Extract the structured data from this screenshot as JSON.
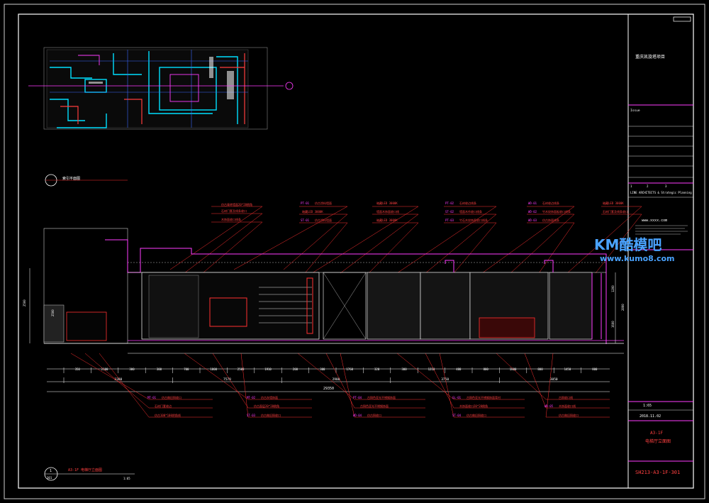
{
  "project_name": "重庆凯旋塔项目",
  "title_block": {
    "revision_label": "Issue",
    "office_name": "LINE ARCHITECTS & Strategic Planning",
    "office_url": "www.xxxx.com",
    "scale": "1:65",
    "date": "2018.11.02",
    "sheet_title_line1": "A3-1F",
    "sheet_title_line2": "电梯厅立面图",
    "drawing_number": "SH213-A3-1F-301",
    "code_1": "1",
    "code_2": "2",
    "code_3": "3"
  },
  "key_plan_label": "索引平面图",
  "elevation_tag": {
    "number": "1",
    "sheet": "301",
    "title": "A3-1F  电梯厅立面图",
    "scale": "1:65"
  },
  "top_callouts": [
    {
      "code": "",
      "text": "仿古青砖墙面20*20倒角"
    },
    {
      "code": "",
      "text": "石材门套及线条收口"
    },
    {
      "code": "",
      "text": "木饰面收口线条"
    },
    {
      "code": "PT-01",
      "text": "仿古涂料墙面"
    },
    {
      "code": "",
      "text": "暗藏LED  3000K"
    },
    {
      "code": "ST-01",
      "text": "仿古涂料墙面"
    },
    {
      "code": "",
      "text": "暗藏LED  3000K"
    },
    {
      "code": "",
      "text": "墙面木饰面收口线"
    },
    {
      "code": "",
      "text": "暗藏LED  3000K"
    },
    {
      "code": "PT-02",
      "text": "石材收边线条"
    },
    {
      "code": "ST-02",
      "text": "墙面木作收口线条"
    },
    {
      "code": "PT-03",
      "text": "竹石木纹饰面收口线条"
    },
    {
      "code": "WD-01",
      "text": "石材收边线条"
    },
    {
      "code": "WD-02",
      "text": "竹木纹饰面板收口线条"
    },
    {
      "code": "WD-03",
      "text": "仿古饰面线条"
    },
    {
      "code": "",
      "text": "暗藏LED  3000K"
    },
    {
      "code": "",
      "text": "石材门套及线条收口"
    }
  ],
  "bottom_callouts": [
    {
      "code": "MT-01",
      "text": "仿古做旧铜收口"
    },
    {
      "code": "",
      "text": "石材门套收边"
    },
    {
      "code": "",
      "text": "仿古100*100阴角线"
    },
    {
      "code": "MT-02",
      "text": "仿古灰墙饰面"
    },
    {
      "code": "",
      "text": "仿古面层20*20倒角"
    },
    {
      "code": "ST-03",
      "text": "仿古做旧铜收口"
    },
    {
      "code": "PT-04",
      "text": "古铜色亚光不锈钢饰面"
    },
    {
      "code": "",
      "text": "古铜色亚光不锈钢饰面"
    },
    {
      "code": "WD-04",
      "text": "仿古铜收口"
    },
    {
      "code": "GL-01",
      "text": "古铜色亚光不锈钢饰面背衬"
    },
    {
      "code": "",
      "text": "木饰面收口20*20倒角"
    },
    {
      "code": "ST-04",
      "text": "仿古做旧铜收口"
    },
    {
      "code": "",
      "text": "古铜收口线"
    },
    {
      "code": "WD-05",
      "text": "木饰面收口线"
    },
    {
      "code": "",
      "text": "仿古做旧铜收口"
    }
  ],
  "dimensions_row1": [
    "350",
    "2100",
    "300",
    "300",
    "700",
    "1800",
    "2500",
    "1910",
    "200",
    "300",
    "1760",
    "320",
    "300",
    "1210",
    "480",
    "800",
    "1800",
    "800",
    "1450",
    "800"
  ],
  "dimensions_row2": [
    "3300",
    "7570",
    "2900",
    "3750",
    "3050"
  ],
  "dimension_total": "29350",
  "vertical_dims_left": [
    "2500",
    "2500"
  ],
  "vertical_dims_right": [
    "1200",
    "2800",
    "1600"
  ],
  "watermark": {
    "brand": "KM酷模吧",
    "url": "www.kumo8.com",
    "color": "#3b8fe8"
  },
  "colors": {
    "frame": "#ffffff",
    "accent_magenta": "#ff3cff",
    "callout_red": "#ff3030",
    "plan_cyan": "#00e0ff"
  }
}
